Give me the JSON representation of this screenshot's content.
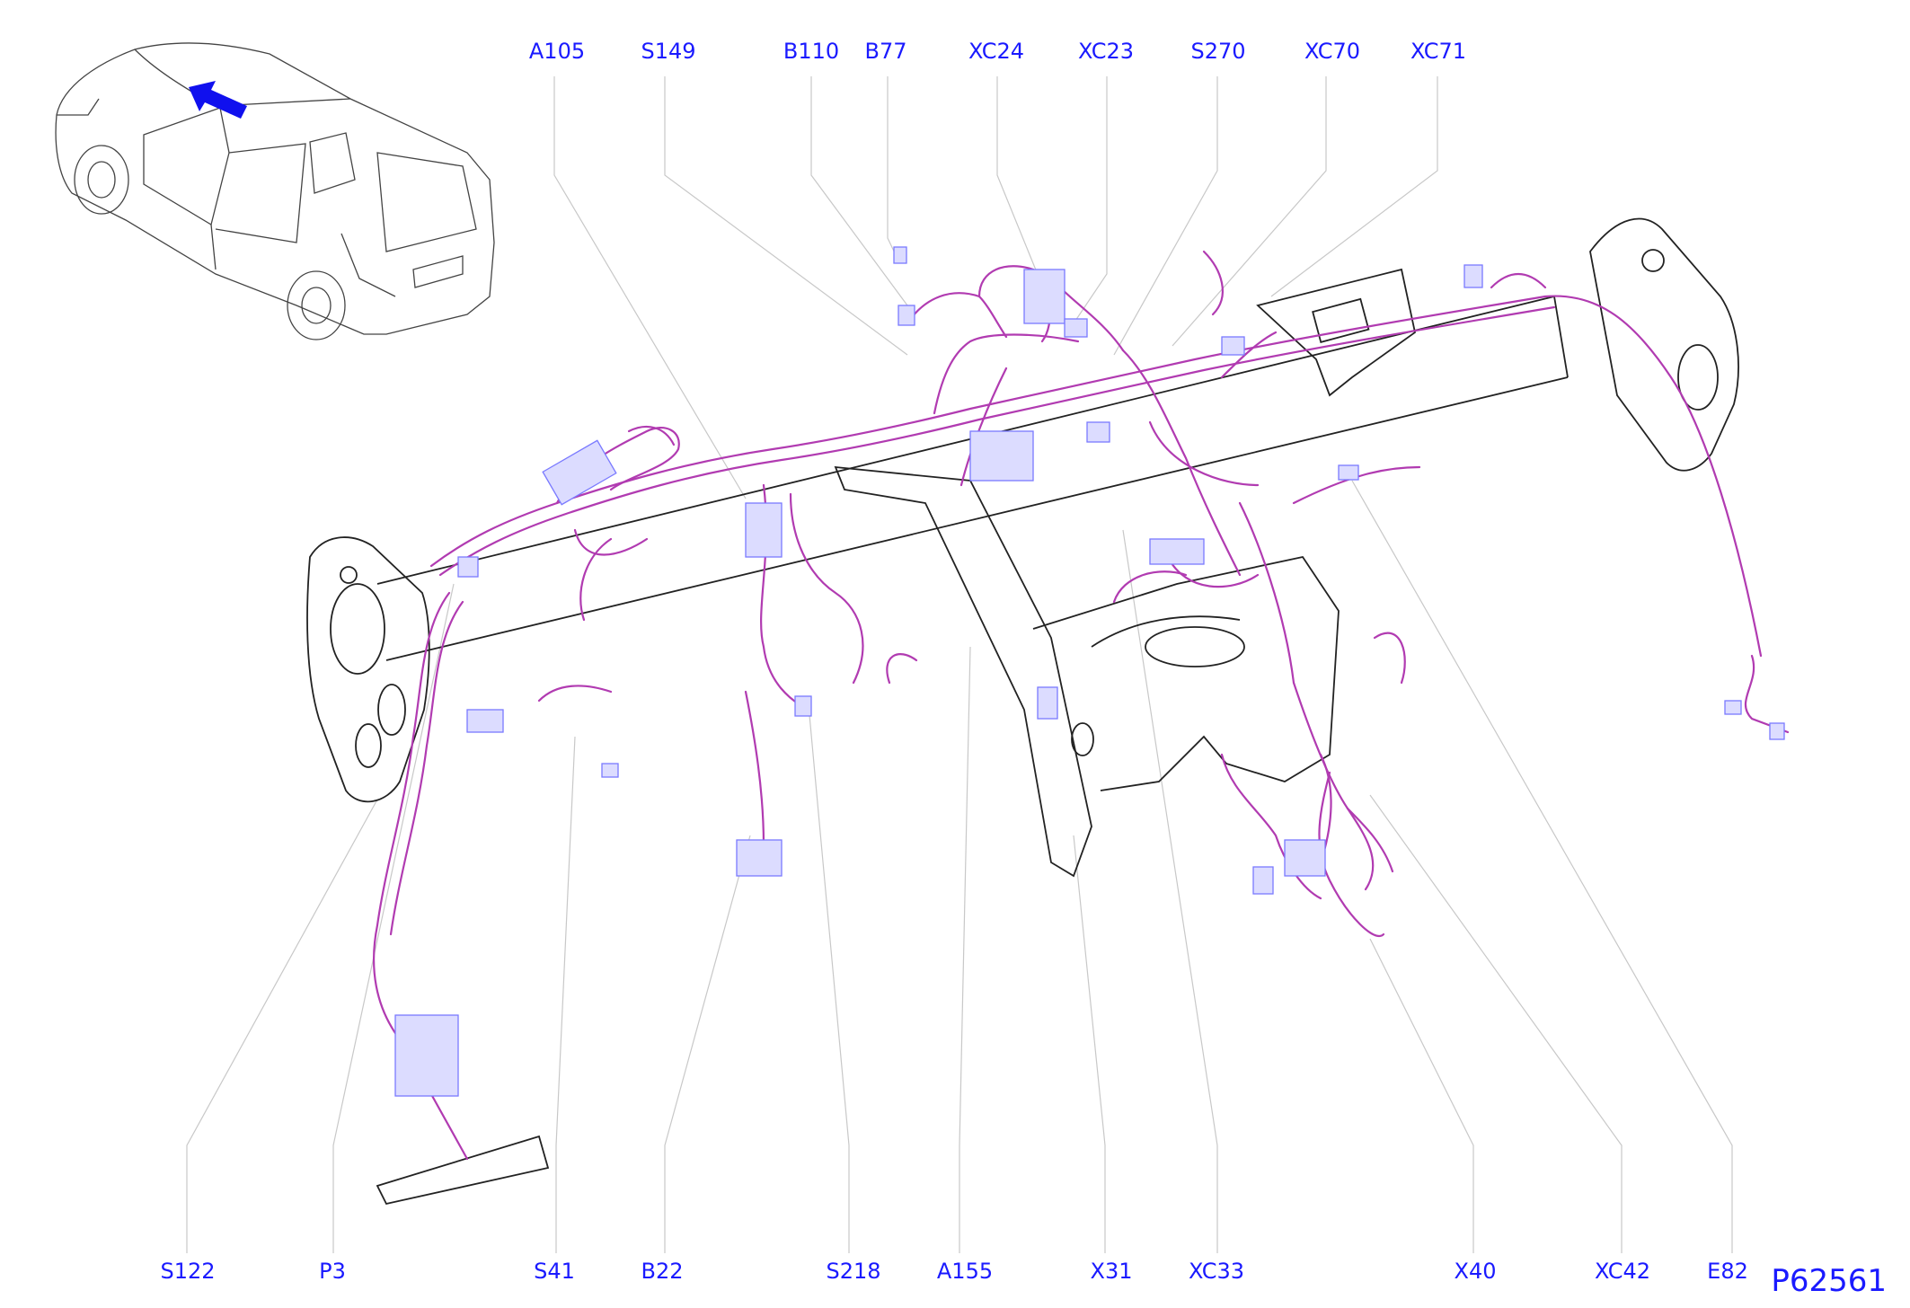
{
  "figure_id": "P62561",
  "labels_top": [
    "A105",
    "S149",
    "B110",
    "B77",
    "XC24",
    "XC23",
    "S270",
    "XC70",
    "XC71"
  ],
  "labels_bottom": [
    "S122",
    "P3",
    "S41",
    "B22",
    "S218",
    "A155",
    "X31",
    "XC33",
    "X40",
    "XC42",
    "E82"
  ],
  "colors": {
    "label": "#1a1aff",
    "harness": "#b13bb1",
    "connector": "#7a7aff",
    "leader": "#c8c8c8",
    "frame": "#222222",
    "arrow": "#1010ee"
  },
  "icons": {
    "vehicle": "vehicle-outline-icon",
    "direction": "front-direction-arrow-icon"
  }
}
